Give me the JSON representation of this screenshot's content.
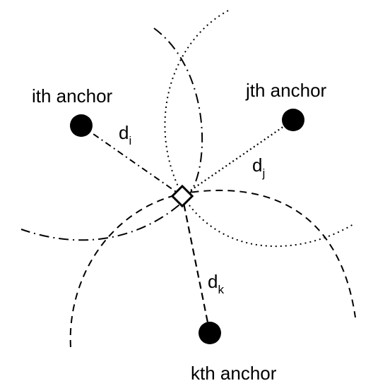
{
  "anchors": {
    "i": {
      "label": "ith anchor"
    },
    "j": {
      "label": "jth anchor"
    },
    "k": {
      "label": "kth anchor"
    }
  },
  "distances": {
    "i": {
      "base": "d",
      "sub": "i"
    },
    "j": {
      "base": "d",
      "sub": "j"
    },
    "k": {
      "base": "d",
      "sub": "k"
    }
  },
  "colors": {
    "ink": "#000000",
    "background": "#ffffff"
  }
}
